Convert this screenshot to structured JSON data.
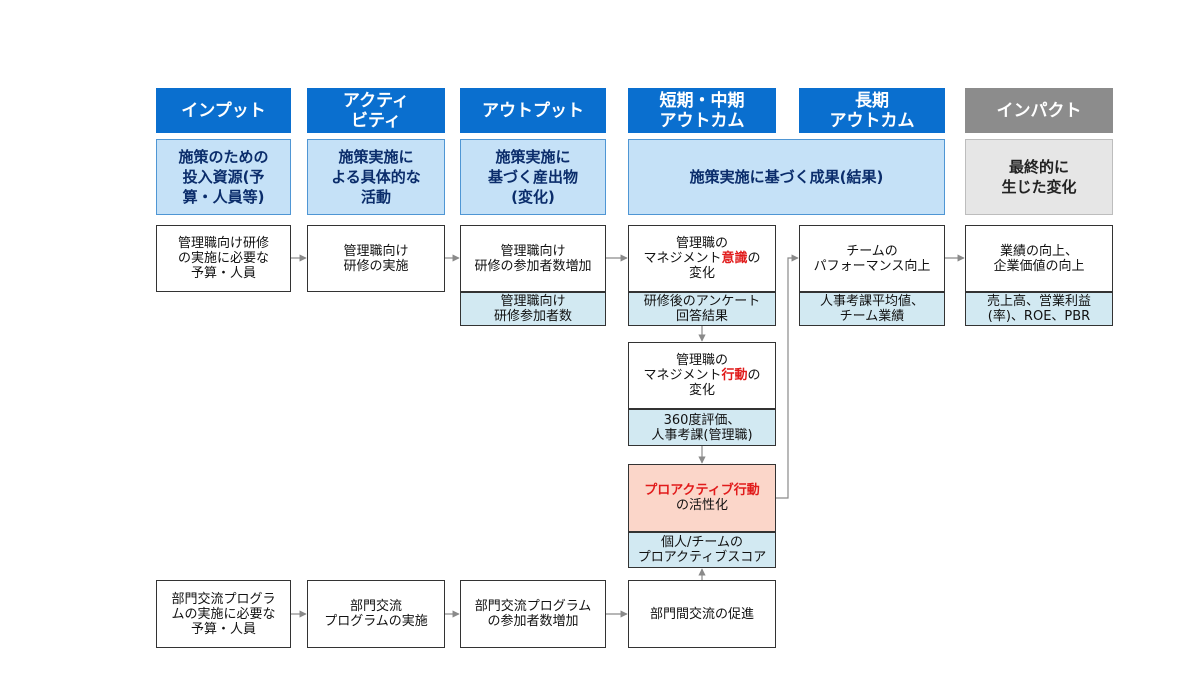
{
  "headers": {
    "input": "インプット",
    "activity": "アクティ\nビティ",
    "output": "アウトプット",
    "short_mid_outcome": "短期・中期\nアウトカム",
    "long_outcome": "長期\nアウトカム",
    "impact": "インパクト"
  },
  "descriptions": {
    "input": "施策のための\n投入資源(予\n算・人員等)",
    "activity": "施策実施に\nよる具体的な\n活動",
    "output": "施策実施に\n基づく産出物\n(変化)",
    "outcome": "施策実施に基づく成果(結果)",
    "impact": "最終的に\n生じた変化"
  },
  "row1": {
    "input": "管理職向け研修\nの実施に必要な\n予算・人員",
    "activity": "管理職向け\n研修の実施",
    "output": "管理職向け\n研修の参加者数増加",
    "output_metric": "管理職向け\n研修参加者数",
    "awareness_pre": "管理職の\nマネジメント",
    "awareness_red": "意識",
    "awareness_post": "の\n変化",
    "awareness_metric": "研修後のアンケート\n回答結果",
    "long_outcome": "チームの\nパフォーマンス向上",
    "long_outcome_metric": "人事考課平均値、\nチーム業績",
    "impact": "業績の向上、\n企業価値の向上",
    "impact_metric": "売上高、営業利益\n(率)、ROE、PBR"
  },
  "behavior": {
    "pre": "管理職の\nマネジメント",
    "red": "行動",
    "post": "の\n変化",
    "metric": "360度評価、\n人事考課(管理職)"
  },
  "proactive": {
    "red": "プロアクティブ行動",
    "post": "の活性化",
    "metric": "個人/チームの\nプロアクティブスコア"
  },
  "row2": {
    "input": "部門交流プログラ\nムの実施に必要な\n予算・人員",
    "activity": "部門交流\nプログラムの実施",
    "output": "部門交流プログラム\nの参加者数増加",
    "outcome": "部門間交流の促進"
  },
  "colors": {
    "header_blue": "#0a6fcf",
    "header_gray": "#8c8c8c",
    "desc_blue": "#c5e1f7",
    "metric_blue": "#d2e9f2",
    "highlight": "#fbd6c9",
    "accent_red": "#e11b1b"
  }
}
